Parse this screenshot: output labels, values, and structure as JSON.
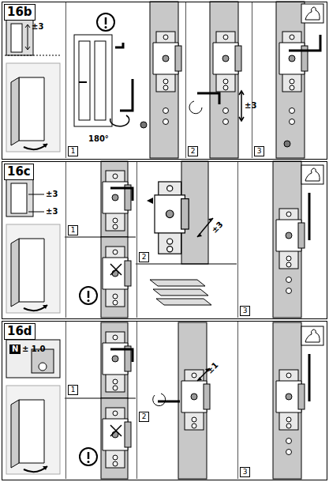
{
  "diagram": {
    "nodes": [
      {
        "text": [
          "16b"
        ]
      },
      {
        "text": [
          "1"
        ],
        "in": 0
      },
      {
        "text": [
          "2"
        ],
        "in": 0
      },
      {
        "text": [
          "3"
        ],
        "in": 0
      },
      {
        "text": [
          "16c"
        ]
      },
      {
        "text": [
          "1"
        ],
        "in": 4
      },
      {
        "text": [
          "2"
        ],
        "in": 4
      },
      {
        "text": [
          "3"
        ],
        "in": 4
      },
      {
        "text": [
          "16d"
        ]
      },
      {
        "text": [
          "1"
        ],
        "in": 8
      },
      {
        "text": [
          "2"
        ],
        "in": 8
      },
      {
        "text": [
          "3"
        ],
        "in": 8
      }
    ],
    "labels": [
      "±3",
      "180°",
      "±3",
      "±3",
      "±3",
      "±3",
      "N",
      "± 1.0",
      "±1"
    ]
  }
}
